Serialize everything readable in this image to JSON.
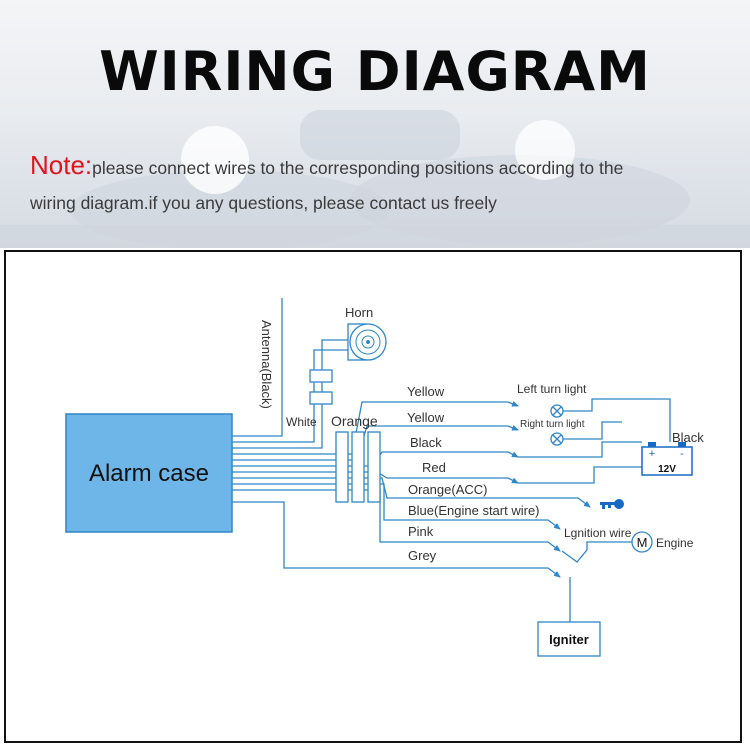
{
  "header": {
    "title": "WIRING DIAGRAM",
    "note_label": "Note:",
    "note_line1": "please connect wires to the corresponding positions according to the",
    "note_line2": "wiring diagram.if you any questions, please contact us freely"
  },
  "diagram": {
    "alarm_case": "Alarm case",
    "antenna": "Antenna(Black)",
    "horn": "Horn",
    "white": "White",
    "orange": "Orange",
    "wires": {
      "yellow1": "Yellow",
      "yellow2": "Yellow",
      "black": "Black",
      "red": "Red",
      "orange_acc": "Orange(ACC)",
      "blue": "Blue(Engine start wire)",
      "pink": "Pink",
      "grey": "Grey"
    },
    "left_turn_light": "Left turn  light",
    "right_turn_light": "Right turn light",
    "battery_ground": "Black",
    "battery_voltage": "12V",
    "battery_plus": "+",
    "battery_minus": "-",
    "ignition_wire": "Lgnition wire",
    "motor_symbol": "M",
    "engine": "Engine",
    "igniter": "Igniter"
  },
  "colors": {
    "line": "#2f86c8",
    "alarm_fill": "#6fb6e8",
    "note_red": "#e3121b",
    "battery_blue": "#1769c4"
  }
}
